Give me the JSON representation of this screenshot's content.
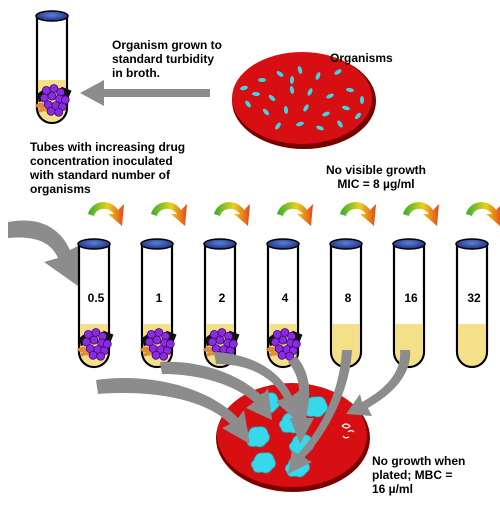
{
  "labels": {
    "grown": "Organism grown to\nstandard turbidity\nin broth.",
    "organisms": "Organisms",
    "tubes_note": "Tubes with increasing drug\nconcentration inoculated\nwith standard number of\norganisms",
    "mic": "No visible growth\nMIC = 8 µg/ml",
    "mbc": "No growth when\nplated; MBC =\n16 µ/ml"
  },
  "tubes": [
    {
      "conc": "0.5",
      "growth": true
    },
    {
      "conc": "1",
      "growth": true
    },
    {
      "conc": "2",
      "growth": true
    },
    {
      "conc": "4",
      "growth": true
    },
    {
      "conc": "8",
      "growth": false
    },
    {
      "conc": "16",
      "growth": false
    },
    {
      "conc": "32",
      "growth": false
    }
  ],
  "colors": {
    "plate": "#d80f12",
    "plate_rim": "#7a0000",
    "broth": "#f5e08a",
    "bacteria": "#8a2be2",
    "colony": "#37d8ea",
    "arrow_gray": "#8c8c8c",
    "cap": "#3355aa"
  },
  "icons": [
    "test-tube-icon",
    "bacteria-cluster-icon",
    "petri-dish-icon",
    "curved-arrow-icon"
  ]
}
